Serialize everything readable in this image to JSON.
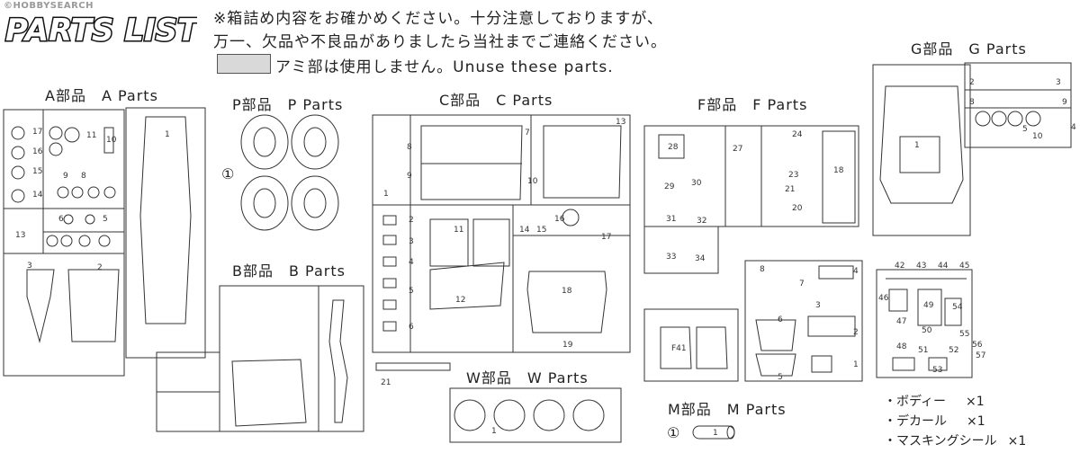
{
  "header": {
    "watermark": "©HOBBYSEARCH",
    "title": "PARTS LIST",
    "notice_line1": "※箱詰め内容をお確かめください。十分注意しておりますが、",
    "notice_line2": "万一、欠品や不良品がありましたら当社までご連絡ください。",
    "unuse_text": "アミ部は使用しません。Unuse these parts."
  },
  "sections": {
    "a": {
      "label": "A部品　A Parts"
    },
    "p": {
      "label": "P部品　P Parts",
      "count": "①"
    },
    "b": {
      "label": "B部品　B Parts"
    },
    "c": {
      "label": "C部品　C Parts"
    },
    "f": {
      "label": "F部品　F Parts",
      "sub_label": "F41"
    },
    "g": {
      "label": "G部品　G Parts"
    },
    "w": {
      "label": "W部品　W Parts"
    },
    "m": {
      "label": "M部品　M Parts",
      "count": "①"
    }
  },
  "inventory": [
    {
      "name": "・ボディー",
      "qty": "×1"
    },
    {
      "name": "・デカール",
      "qty": "×1"
    },
    {
      "name": "・マスキングシール",
      "qty": "×1"
    }
  ]
}
